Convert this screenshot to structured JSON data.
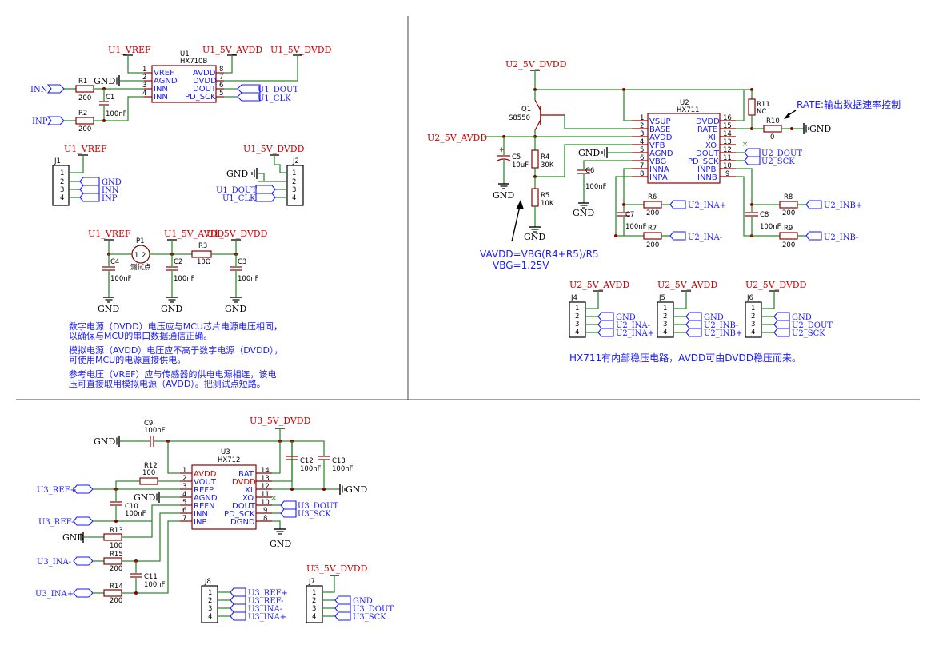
{
  "nets": {
    "u1_vref": "U1_VREF",
    "u1_5v_avdd": "U1_5V_AVDD",
    "u1_5v_dvdd": "U1_5V_DVDD",
    "u2_5v_dvdd": "U2_5V_DVDD",
    "u2_5v_avdd": "U2_5V_AVDD",
    "u3_5v_dvdd": "U3_5V_DVDD",
    "gnd": "GND"
  },
  "u1": {
    "ref": "U1",
    "part": "HX710B",
    "left_pins": [
      [
        "1",
        "VREF"
      ],
      [
        "2",
        "AGND"
      ],
      [
        "3",
        "INN"
      ],
      [
        "4",
        "INN"
      ]
    ],
    "right_pins": [
      [
        "8",
        "AVDD"
      ],
      [
        "7",
        "DVDD"
      ],
      [
        "6",
        "DOUT"
      ],
      [
        "5",
        "PD_SCK"
      ]
    ],
    "ports": [
      "INN",
      "INP",
      "U1_DOUT",
      "U1_CLK"
    ],
    "r1": {
      "ref": "R1",
      "val": "200"
    },
    "r2": {
      "ref": "R2",
      "val": "200"
    },
    "c1": {
      "ref": "C1",
      "val": "100nF"
    }
  },
  "j1": {
    "ref": "J1",
    "pins": [
      "1",
      "2",
      "3",
      "4"
    ],
    "ports": [
      "GND",
      "INN",
      "INP"
    ]
  },
  "j2": {
    "ref": "J2",
    "pins": [
      "1",
      "2",
      "3",
      "4"
    ],
    "ports": [
      "U1_DOUT",
      "U1_CLK"
    ]
  },
  "caps_u1": {
    "c4": {
      "ref": "C4",
      "val": "100nF"
    },
    "c2": {
      "ref": "C2",
      "val": "100nF"
    },
    "c3": {
      "ref": "C3",
      "val": "100nF"
    },
    "p1": {
      "ref": "P1",
      "val": "测试点",
      "pins": [
        "1",
        "2"
      ]
    },
    "r3": {
      "ref": "R3",
      "val": "10Ω"
    }
  },
  "notes_u1": [
    "数字电源（DVDD）电压应与MCU芯片电源电压相同，",
    "以确保与MCU的串口数据通信正确。",
    "模拟电源（AVDD）电压应不高于数字电源（DVDD），",
    "可使用MCU的电源直接供电。",
    "参考电压（VREF）应与传感器的供电电源相连，该电",
    "压可直接取用模拟电源（AVDD）。把测试点短路。"
  ],
  "u2": {
    "ref": "U2",
    "part": "HX711",
    "left_pins": [
      [
        "1",
        "VSUP"
      ],
      [
        "2",
        "BASE"
      ],
      [
        "3",
        "AVDD"
      ],
      [
        "4",
        "VFB"
      ],
      [
        "5",
        "AGND"
      ],
      [
        "6",
        "VBG"
      ],
      [
        "7",
        "INNA"
      ],
      [
        "8",
        "INPA"
      ]
    ],
    "right_pins": [
      [
        "16",
        "DVDD"
      ],
      [
        "15",
        "RATE"
      ],
      [
        "14",
        "XI"
      ],
      [
        "13",
        "XO"
      ],
      [
        "12",
        "DOUT"
      ],
      [
        "11",
        "PD_SCK"
      ],
      [
        "10",
        "INPB"
      ],
      [
        "9",
        "INNB"
      ]
    ],
    "q1": {
      "ref": "Q1",
      "val": "S8550"
    },
    "c5": {
      "ref": "C5",
      "val": "10uF"
    },
    "r4": {
      "ref": "R4",
      "val": "30K"
    },
    "r5": {
      "ref": "R5",
      "val": "10K"
    },
    "c6": {
      "ref": "C6",
      "val": "100nF"
    },
    "r6": {
      "ref": "R6",
      "val": "200"
    },
    "r7": {
      "ref": "R7",
      "val": "200"
    },
    "c7": {
      "ref": "C7",
      "val": "100nF"
    },
    "r8": {
      "ref": "R8",
      "val": "200"
    },
    "r9": {
      "ref": "R9",
      "val": "200"
    },
    "c8": {
      "ref": "C8",
      "val": "100nF"
    },
    "r10": {
      "ref": "R10",
      "val": "0"
    },
    "r11": {
      "ref": "R11",
      "val": "NC"
    },
    "ports": [
      "U2_DOUT",
      "U2_SCK",
      "U2_INA+",
      "U2_INA-",
      "U2_INB+",
      "U2_INB-"
    ],
    "rate_note": "RATE:输出数据速率控制",
    "formula1": "VAVDD=VBG(R4+R5)/R5",
    "formula2": "VBG=1.25V"
  },
  "j4": {
    "ref": "J4",
    "pins": [
      "1",
      "2",
      "3",
      "4"
    ],
    "ports": [
      "GND",
      "U2_INA-",
      "U2_INA+"
    ]
  },
  "j5": {
    "ref": "J5",
    "pins": [
      "1",
      "2",
      "3",
      "4"
    ],
    "ports": [
      "GND",
      "U2_INB-",
      "U2_INB+"
    ]
  },
  "j6": {
    "ref": "J6",
    "pins": [
      "1",
      "2",
      "3",
      "4"
    ],
    "ports": [
      "GND",
      "U2_DOUT",
      "U2_SCK"
    ]
  },
  "note_u2": "HX711有内部稳压电路，AVDD可由DVDD稳压而来。",
  "u3": {
    "ref": "U3",
    "part": "HX712",
    "left_pins": [
      [
        "1",
        "AVDD"
      ],
      [
        "2",
        "VOUT"
      ],
      [
        "3",
        "REFP"
      ],
      [
        "4",
        "AGND"
      ],
      [
        "5",
        "REFN"
      ],
      [
        "6",
        "INN"
      ],
      [
        "7",
        "INP"
      ]
    ],
    "right_pins": [
      [
        "14",
        "BAT"
      ],
      [
        "13",
        "DVDD"
      ],
      [
        "12",
        "XI"
      ],
      [
        "11",
        "XO"
      ],
      [
        "10",
        "DOUT"
      ],
      [
        "9",
        "PD_SCK"
      ],
      [
        "8",
        "DGND"
      ]
    ],
    "c9": {
      "ref": "C9",
      "val": "100nF"
    },
    "r12": {
      "ref": "R12",
      "val": "100"
    },
    "c10": {
      "ref": "C10",
      "val": "100nF"
    },
    "r13": {
      "ref": "R13",
      "val": "100"
    },
    "r15": {
      "ref": "R15",
      "val": "200"
    },
    "r14": {
      "ref": "R14",
      "val": "200"
    },
    "c11": {
      "ref": "C11",
      "val": "100nF"
    },
    "c12": {
      "ref": "C12",
      "val": "100nF"
    },
    "c13": {
      "ref": "C13",
      "val": "100nF"
    },
    "ports": [
      "U3_REF+",
      "U3_REF-",
      "U3_INA-",
      "U3_INA+",
      "U3_DOUT",
      "U3_SCK"
    ]
  },
  "j8": {
    "ref": "J8",
    "pins": [
      "1",
      "2",
      "3",
      "4"
    ],
    "ports": [
      "U3_REF+",
      "U3_REF-",
      "U3_INA-",
      "U3_INA+"
    ]
  },
  "j7": {
    "ref": "J7",
    "pins": [
      "1",
      "2",
      "3",
      "4"
    ],
    "ports": [
      "GND",
      "U3_DOUT",
      "U3_SCK"
    ]
  },
  "colors": {
    "wire": "#2e8b2e",
    "part": "#8b0000",
    "net": "#cc0000",
    "port": "#1a1aff"
  }
}
